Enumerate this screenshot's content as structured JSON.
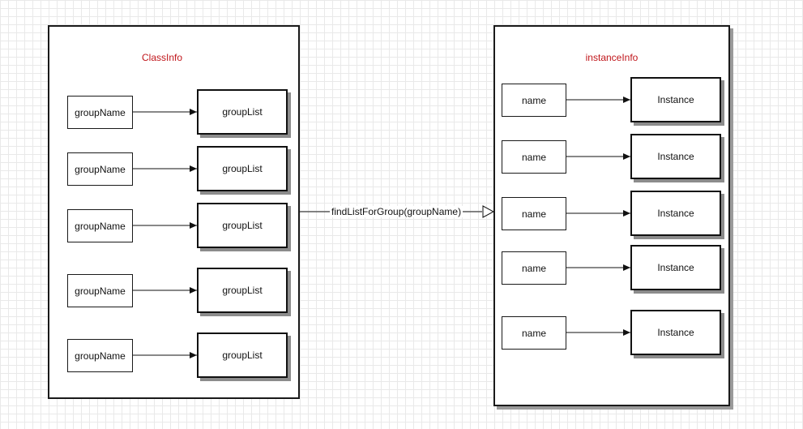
{
  "diagram": {
    "class_info": {
      "title": "ClassInfo",
      "rows": [
        {
          "key": "groupName",
          "value": "groupList"
        },
        {
          "key": "groupName",
          "value": "groupList"
        },
        {
          "key": "groupName",
          "value": "groupList"
        },
        {
          "key": "groupName",
          "value": "groupList"
        },
        {
          "key": "groupName",
          "value": "groupList"
        }
      ]
    },
    "instance_info": {
      "title": "instanceInfo",
      "rows": [
        {
          "key": "name",
          "value": "Instance"
        },
        {
          "key": "name",
          "value": "Instance"
        },
        {
          "key": "name",
          "value": "Instance"
        },
        {
          "key": "name",
          "value": "Instance"
        },
        {
          "key": "name",
          "value": "Instance"
        }
      ]
    },
    "connector_label": "findListForGroup(groupName)",
    "colors": {
      "title_text": "#c0161b",
      "stroke": "#1a1a1a",
      "shadow": "#8c8c8c",
      "grid": "#e9e9e9"
    }
  }
}
